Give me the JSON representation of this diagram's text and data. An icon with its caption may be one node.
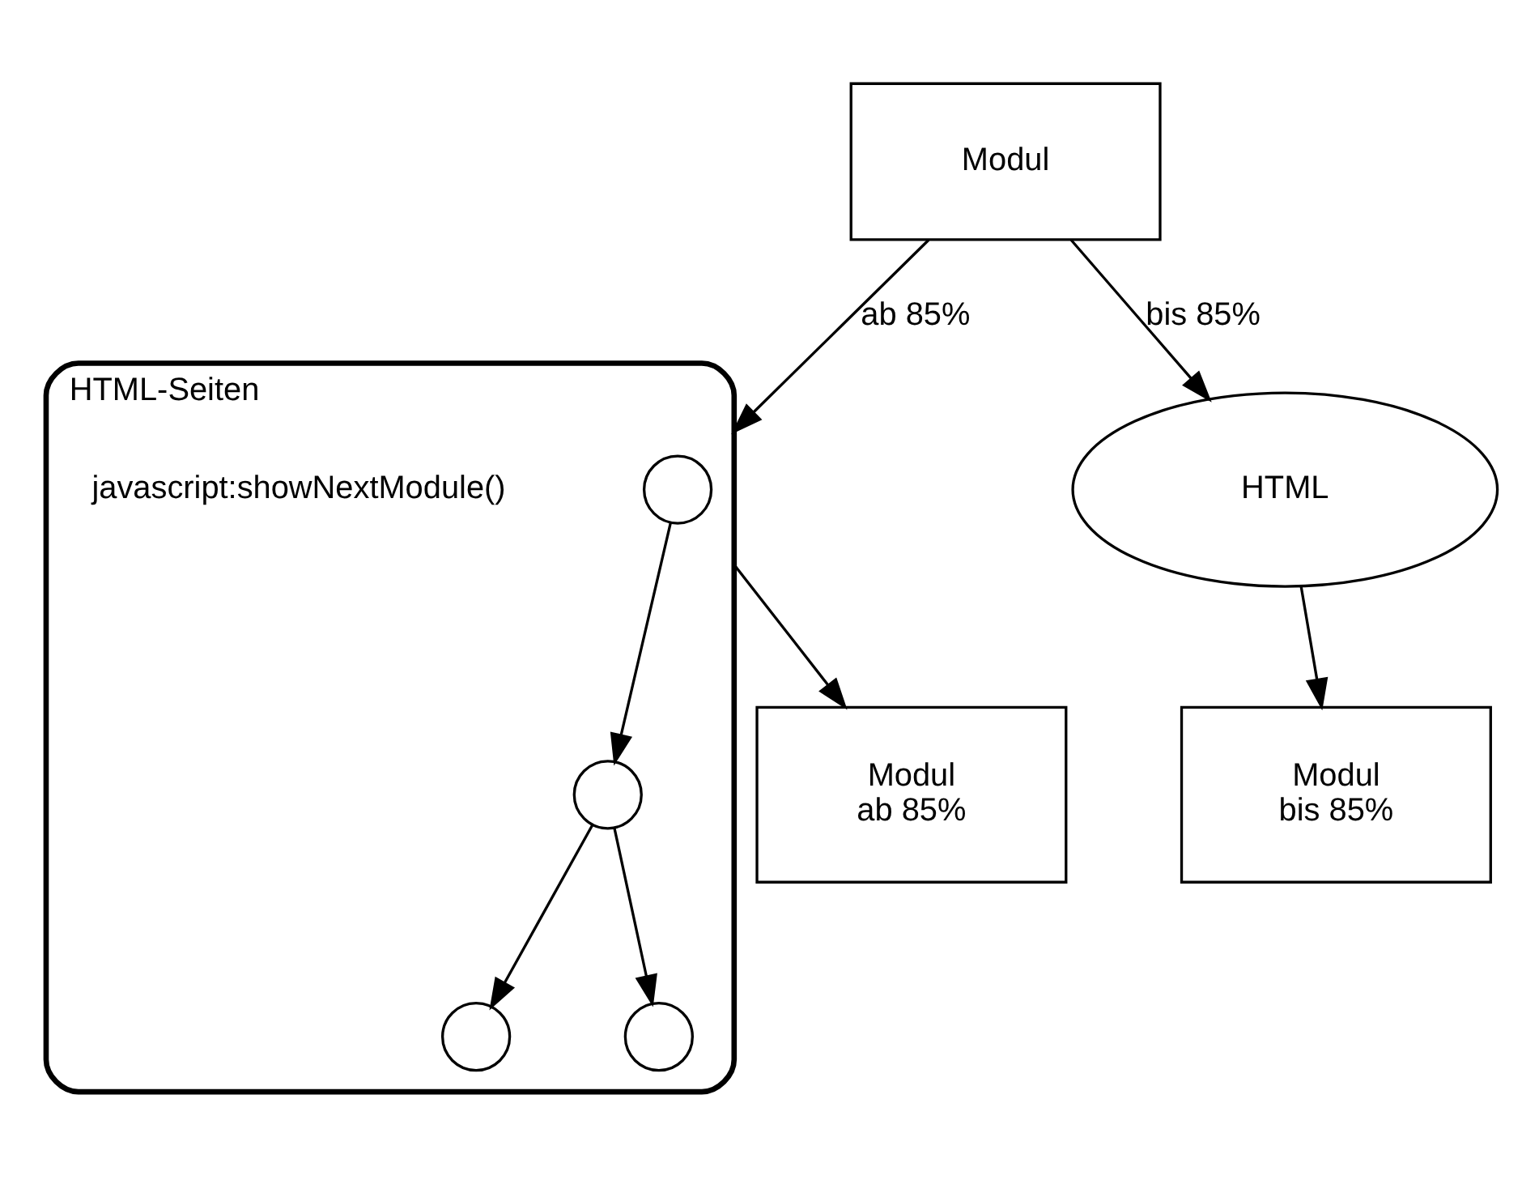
{
  "diagram": {
    "nodes": [
      {
        "text": [
          "Modul"
        ]
      },
      {
        "text": [
          "HTML-Seiten"
        ],
        "beside": [
          "javascript:showNextModule()"
        ]
      },
      {
        "text": [],
        "shape": "circle",
        "in": 1
      },
      {
        "text": [],
        "shape": "circle",
        "in": 1
      },
      {
        "text": [],
        "shape": "circle",
        "in": 1
      },
      {
        "text": [],
        "shape": "circle",
        "in": 1
      },
      {
        "text": [
          "HTML"
        ]
      },
      {
        "text": [
          "Modul",
          "bis 85%"
        ]
      },
      {
        "text": [
          "Modul",
          "ab 85%"
        ]
      }
    ],
    "edges": [
      {
        "from": 0,
        "to": 1,
        "arrow": "to",
        "label": "ab 85%"
      },
      {
        "from": 0,
        "to": 6,
        "arrow": "to",
        "label": "bis 85%"
      },
      {
        "from": 2,
        "to": 3,
        "arrow": "to"
      },
      {
        "from": 3,
        "to": 4,
        "arrow": "to"
      },
      {
        "from": 3,
        "to": 5,
        "arrow": "to"
      },
      {
        "from": 6,
        "to": 7,
        "arrow": "to"
      },
      {
        "from": 1,
        "to": 8,
        "arrow": "to"
      }
    ]
  }
}
